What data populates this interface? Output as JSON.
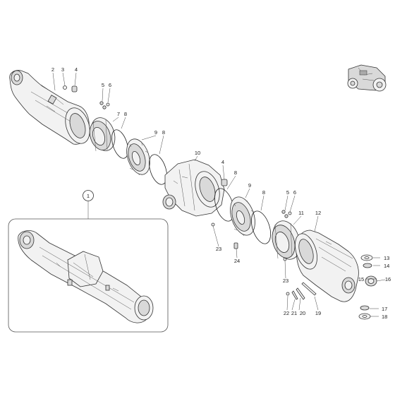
{
  "callouts": {
    "c1": "1",
    "c2": "2",
    "c3": "3",
    "c4a": "4",
    "c4b": "4",
    "c5a": "5",
    "c5b": "5",
    "c6a": "6",
    "c6b": "6",
    "c7": "7",
    "c8a": "8",
    "c8b": "8",
    "c8c": "8",
    "c8d": "8",
    "c9a": "9",
    "c9b": "9",
    "c10": "10",
    "c11": "11",
    "c12": "12",
    "c13": "13",
    "c14": "14",
    "c15": "15",
    "c16": "16",
    "c17": "17",
    "c18": "18",
    "c19": "19",
    "c20": "20",
    "c21": "21",
    "c22": "22",
    "c23a": "23",
    "c23b": "23",
    "c24": "24"
  }
}
